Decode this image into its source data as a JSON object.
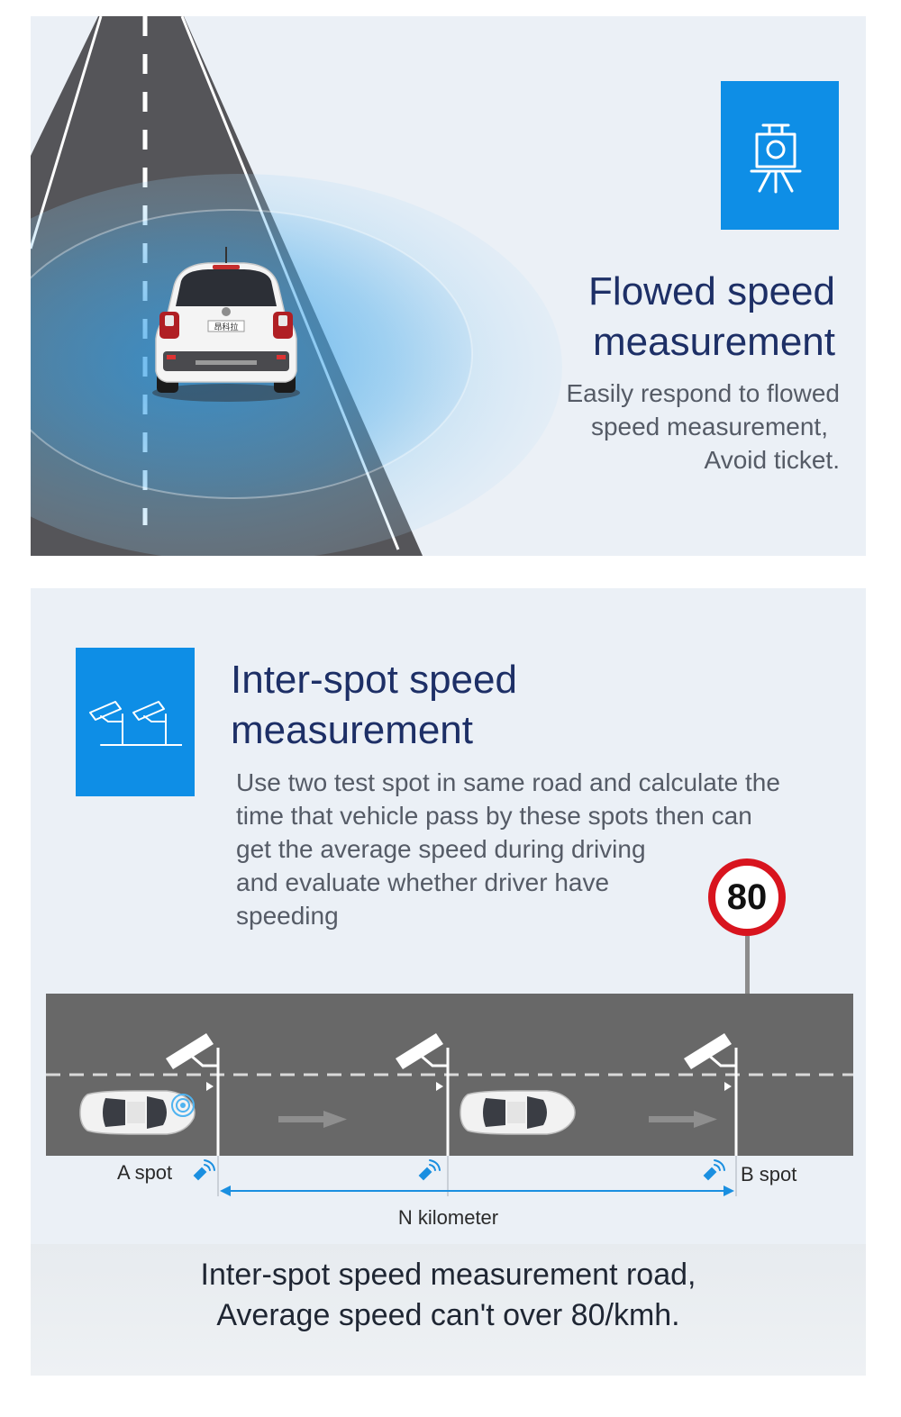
{
  "flowed": {
    "title_line1": "Flowed speed",
    "title_line2": "measurement",
    "desc_line1": "Easily respond to flowed",
    "desc_line2": "speed measurement,",
    "desc_line3": "Avoid ticket.",
    "icon": "speed-camera-tripod-icon",
    "plate_text": "昂科拉"
  },
  "interspot": {
    "title_line1": "Inter-spot speed",
    "title_line2": "measurement",
    "desc_line1": "Use two test spot in same road and calculate the",
    "desc_line2": "time that vehicle pass by these spots then can",
    "desc_line3": "get the average speed during driving",
    "desc_line4": "and evaluate whether driver have",
    "desc_line5": "speeding",
    "icon": "dual-surveillance-camera-icon",
    "sign_value": "80",
    "a_spot": "A spot",
    "b_spot": "B spot",
    "distance_label": "N kilometer"
  },
  "footer": {
    "line1": "Inter-spot speed measurement road,",
    "line2": "Average speed can't over 80/kmh."
  },
  "colors": {
    "accent_blue": "#0e8ee6",
    "title_navy": "#1d2f66",
    "panel_bg": "#ebf0f6",
    "road_gray": "#686868",
    "sign_red": "#d8141e"
  }
}
